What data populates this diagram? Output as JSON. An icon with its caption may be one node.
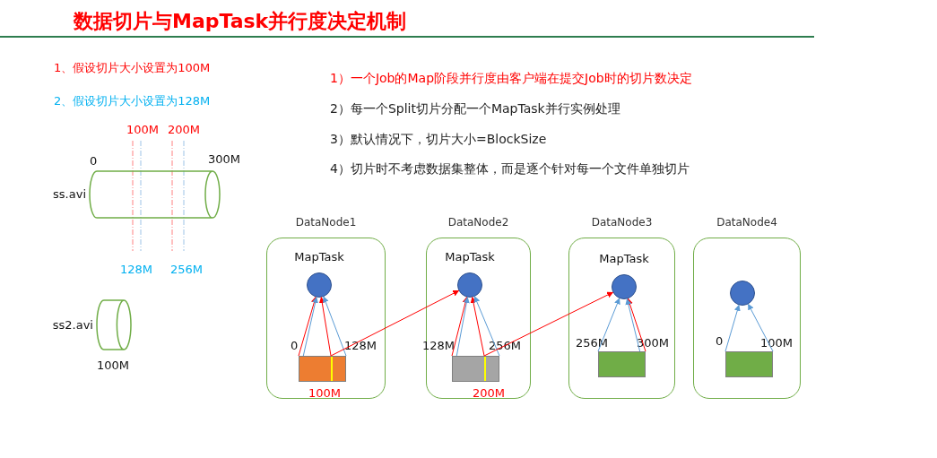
{
  "diagram": {
    "title": "数据切片与MapTask并行度决定机制",
    "nodes": [
      {
        "text": [
          "ss.avi"
        ],
        "beside": [
          "0",
          "300M"
        ]
      },
      {
        "text": [
          "ss2.avi"
        ],
        "beside": [
          "100M"
        ]
      },
      {
        "text": [
          "DataNode1"
        ]
      },
      {
        "text": [
          "MapTask"
        ],
        "in": 2
      },
      {
        "text": [],
        "shape": "box",
        "in": 2,
        "beside": [
          "0",
          "128M",
          "100M"
        ]
      },
      {
        "text": [
          "DataNode2"
        ]
      },
      {
        "text": [
          "MapTask"
        ],
        "in": 5
      },
      {
        "text": [],
        "shape": "box",
        "in": 5,
        "beside": [
          "128M",
          "256M",
          "200M"
        ]
      },
      {
        "text": [
          "DataNode3"
        ]
      },
      {
        "text": [
          "MapTask"
        ],
        "in": 8
      },
      {
        "text": [],
        "shape": "box",
        "in": 8,
        "beside": [
          "256M",
          "300M"
        ]
      },
      {
        "text": [
          "DataNode4"
        ]
      },
      {
        "text": [],
        "shape": "circle",
        "in": 11
      },
      {
        "text": [],
        "shape": "box",
        "in": 11,
        "beside": [
          "0",
          "100M"
        ]
      }
    ],
    "edges": [
      {
        "from": 4,
        "to": 3,
        "arrow": "to",
        "color": "#ff0000"
      },
      {
        "from": 4,
        "to": 3,
        "arrow": "to",
        "color": "#ff0000"
      },
      {
        "from": 4,
        "to": 3,
        "arrow": "to",
        "color": "#5b9bd5"
      },
      {
        "from": 4,
        "to": 3,
        "arrow": "to",
        "color": "#5b9bd5"
      },
      {
        "from": 4,
        "to": 6,
        "arrow": "to",
        "color": "#ff0000"
      },
      {
        "from": 7,
        "to": 6,
        "arrow": "to",
        "color": "#ff0000"
      },
      {
        "from": 7,
        "to": 6,
        "arrow": "to",
        "color": "#ff0000"
      },
      {
        "from": 7,
        "to": 6,
        "arrow": "to",
        "color": "#5b9bd5"
      },
      {
        "from": 7,
        "to": 6,
        "arrow": "to",
        "color": "#5b9bd5"
      },
      {
        "from": 7,
        "to": 9,
        "arrow": "to",
        "color": "#ff0000"
      },
      {
        "from": 10,
        "to": 9,
        "arrow": "to",
        "color": "#5b9bd5"
      },
      {
        "from": 10,
        "to": 9,
        "arrow": "to",
        "color": "#ff0000"
      },
      {
        "from": 10,
        "to": 9,
        "arrow": "to",
        "color": "#5b9bd5"
      },
      {
        "from": 13,
        "to": 12,
        "arrow": "to",
        "color": "#5b9bd5"
      },
      {
        "from": 13,
        "to": 12,
        "arrow": "to",
        "color": "#5b9bd5"
      }
    ],
    "labels": [
      "1、假设切片大小设置为100M",
      "2、假设切片大小设置为128M",
      "100M",
      "200M",
      "128M",
      "256M",
      "1）一个Job的Map阶段并行度由客户端在提交Job时的切片数决定",
      "2）每一个Split切片分配一个MapTask并行实例处理",
      "3）默认情况下，切片大小=BlockSize",
      "4）切片时不考虑数据集整体，而是逐个针对每一个文件单独切片"
    ]
  }
}
